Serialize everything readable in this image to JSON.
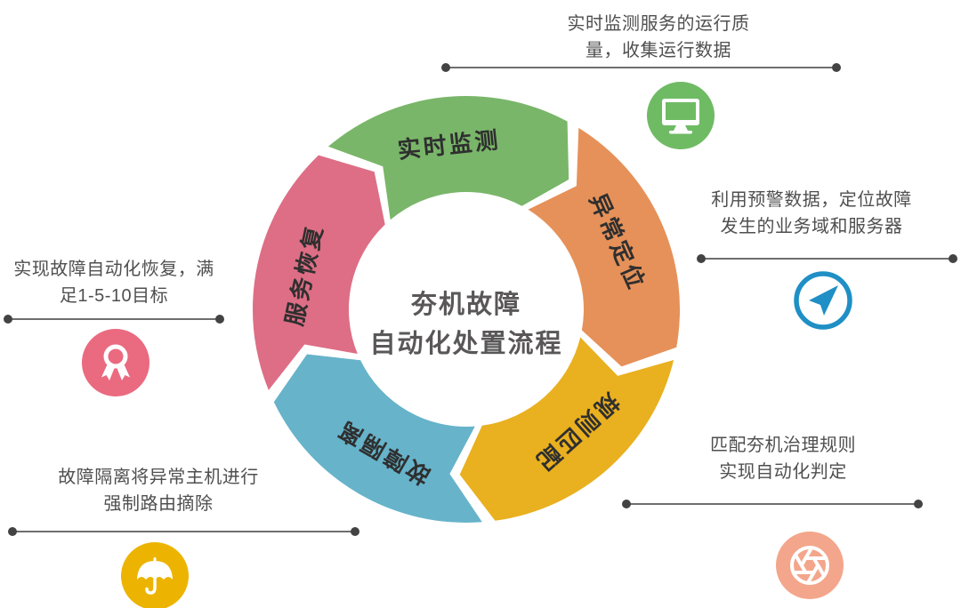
{
  "title": {
    "line1": "夯机故障",
    "line2": "自动化处置流程"
  },
  "segments": [
    {
      "label": "实时监测",
      "color": "#79b669"
    },
    {
      "label": "异常定位",
      "color": "#e69159"
    },
    {
      "label": "规则匹配",
      "color": "#e9b01f"
    },
    {
      "label": "故障隔离",
      "color": "#66b3ca"
    },
    {
      "label": "服务恢复",
      "color": "#dd6e85"
    }
  ],
  "annotations": [
    {
      "line1": "实时监测服务的运行质",
      "line2": "量，收集运行数据",
      "icon": "monitor-icon",
      "icon_color": "#6fbb64"
    },
    {
      "line1": "利用预警数据，定位故障",
      "line2": "发生的业务域和服务器",
      "icon": "paper-plane-icon",
      "icon_color": "#1f8fc5"
    },
    {
      "line1": "实现故障自动化恢复，满",
      "line2": "足1-5-10目标",
      "icon": "medal-icon",
      "icon_color": "#ea6a80"
    },
    {
      "line1": "故障隔离将异常主机进行",
      "line2": "强制路由摘除",
      "icon": "umbrella-icon",
      "icon_color": "#ecb400"
    },
    {
      "line1": "匹配夯机治理规则",
      "line2": "实现自动化判定",
      "icon": "aperture-icon",
      "icon_color": "#f3a68b"
    }
  ],
  "colors": {
    "background": "#ffffff",
    "connector_line": "#6e6e6e",
    "connector_dot": "#434343",
    "segment_label": "#2f2f2f",
    "title_text": "#595757",
    "annotation_text": "#4f4f4f"
  }
}
